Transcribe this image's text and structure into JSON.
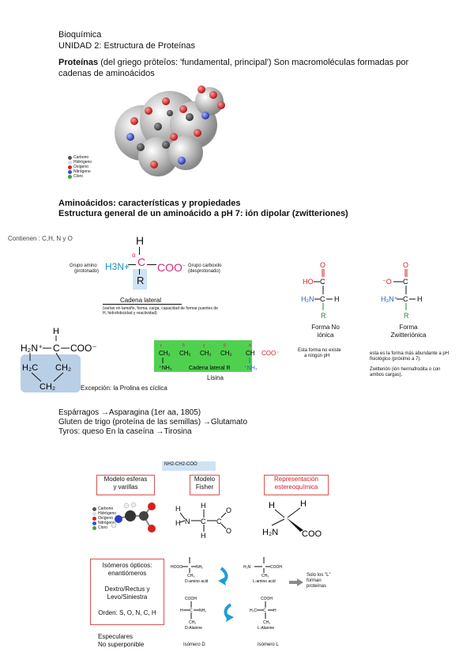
{
  "header": {
    "line1": "Bioquímica",
    "line2": "UNIDAD 2: Estructura de Proteínas"
  },
  "intro": {
    "bold": "Proteínas",
    "rest": " (del griego prōteîos: 'fundamental, principal') Son macromoléculas formadas por",
    "line2": "cadenas de aminoácidos"
  },
  "legend_top": [
    "Carbono",
    "Hidrógeno",
    "Oxígeno",
    "Nitrógeno",
    "Cloro"
  ],
  "legend_colors": [
    "#555555",
    "#dddddd",
    "#d62020",
    "#3a4fd0",
    "#3aa53a"
  ],
  "section2": {
    "title1": "Aminoácidos: características y propiedades",
    "title2": "Estructura general de un aminoácido a pH 7: ión dipolar (zwitteriones)"
  },
  "contienen": "Contienen : C,H, N y O",
  "amino_fig": {
    "grupo_amino": "Grupo amino",
    "protonado": "(protonado)",
    "grupo_carboxilo": "Grupo carboxilo",
    "desprotonado": "(desprotonado)",
    "h": "H",
    "alpha": "α",
    "c": "C",
    "r": "R",
    "h3n": "H3N+",
    "coo": "COO",
    "cadena_lateral": "Cadena lateral",
    "cadena_note": "(varían en tamaño, forma, carga, capacidad de formar puentes de H, hidrofobicidad y reactividad)"
  },
  "forms": {
    "forma_no_ionica_1": "Forma No",
    "forma_no_ionica_2": "iónica",
    "note_no_ionica_1": "Esta forma no existe",
    "note_no_ionica_2": "a ningún pH",
    "forma_zwit_1": "Forma",
    "forma_zwit_2": "Zwitteriónica",
    "note_zwit_1": "esta es la forma más abundante a pH",
    "note_zwit_2": "fisiológico (próximo a 7).",
    "note_zwit_3": "Zwitterión (ión hermafrodita o con",
    "note_zwit_4": "ambos cargas)."
  },
  "proline": {
    "excepcion": "Excepción: la Prolina es cíclica"
  },
  "lisina": {
    "label": "Lisina",
    "cadena": "Cadena lateral R",
    "ch2": "CH2",
    "ch": "CH",
    "nh3": "NH3",
    "coo": "COO"
  },
  "history": [
    "Espárragos →Asparagina (1er aa, 1805)",
    "Gluten de trigo (proteína de las semillas) →Glutamato",
    "Tyros: queso En la caseína →Tirosina"
  ],
  "formula_box": "NH2-CH2-COO",
  "models": {
    "esferas": [
      "Modelo esferas",
      "y varillas"
    ],
    "fisher": [
      "Modelo",
      "Fisher"
    ],
    "estereo": [
      "Representación",
      "estereoquímica"
    ]
  },
  "legend_small": [
    "Carbono",
    "Hidrógeno",
    "Oxígeno",
    "Nitrógeno",
    "Cloro"
  ],
  "isomeros": {
    "title1": "Isómeros ópticos:",
    "title2": "enantiómeros",
    "dextro1": "Dextro/Rectus y",
    "dextro2": "Levo/Siniestra",
    "orden": "Orden: S, O, N, C, H",
    "especulares": "Especulares",
    "no_sup": "No superponible",
    "isomero_d": "Isómero D",
    "isomero_l": "Isómero L",
    "solo_l_1": "Solo los \"L\"",
    "solo_l_2": "forman",
    "solo_l_3": "proteínas",
    "d_amino": "D-amino acid",
    "l_amino": "L-amino acid",
    "d_ala": "D-Alanine",
    "l_ala": "L-Alanine"
  }
}
